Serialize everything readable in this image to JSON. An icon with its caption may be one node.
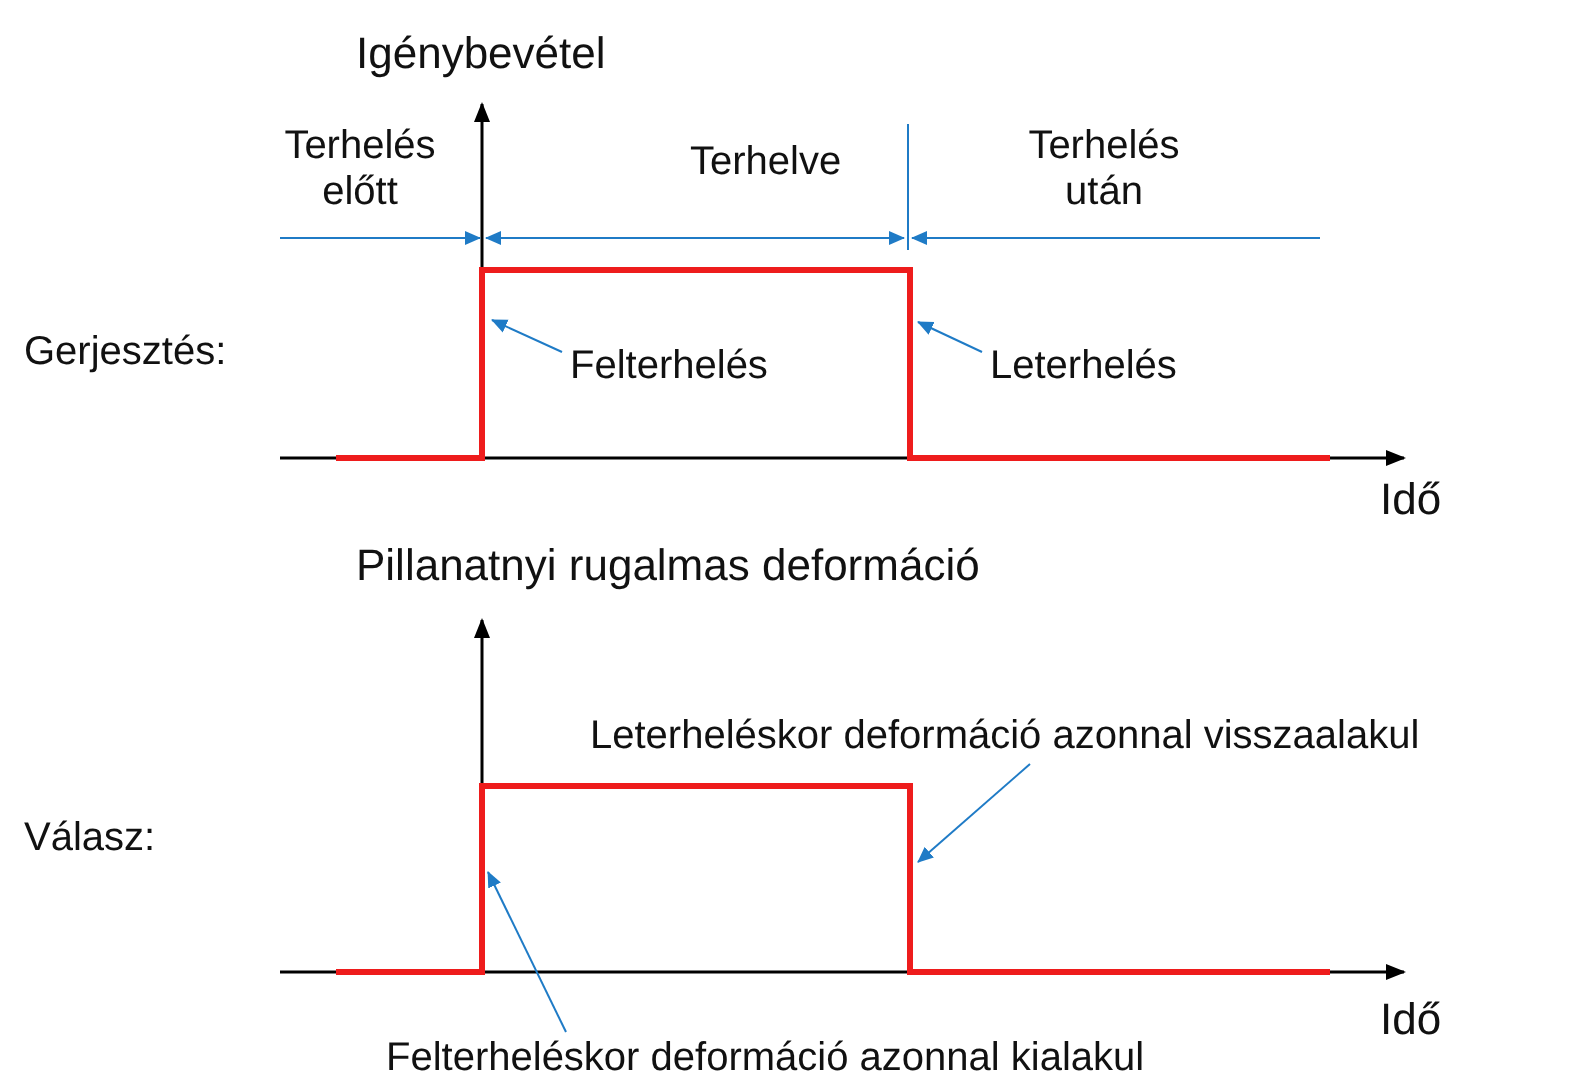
{
  "diagram": {
    "nodes": [
      {
        "text": [
          "Felterhelés"
        ]
      },
      {
        "text": [
          "Leterhelés"
        ]
      },
      {
        "text": [
          "Leterheléskor deformáció azonnal visszaalakul"
        ]
      },
      {
        "text": [
          "Felterheléskor deformáció azonnal kialakul"
        ]
      }
    ],
    "edges": [
      {
        "from": 0,
        "to": null,
        "arrow": "to"
      },
      {
        "from": 1,
        "to": null,
        "arrow": "to"
      },
      {
        "from": 2,
        "to": null,
        "arrow": "to"
      },
      {
        "from": 3,
        "to": null,
        "arrow": "to"
      }
    ],
    "labels": [
      "Igénybevétel",
      "Terhelés előtt",
      "Terhelve",
      "Terhelés után",
      "Gerjesztés:",
      "Idő",
      "Pillanatnyi rugalmas deformáció",
      "Válasz:",
      "Idő"
    ]
  }
}
